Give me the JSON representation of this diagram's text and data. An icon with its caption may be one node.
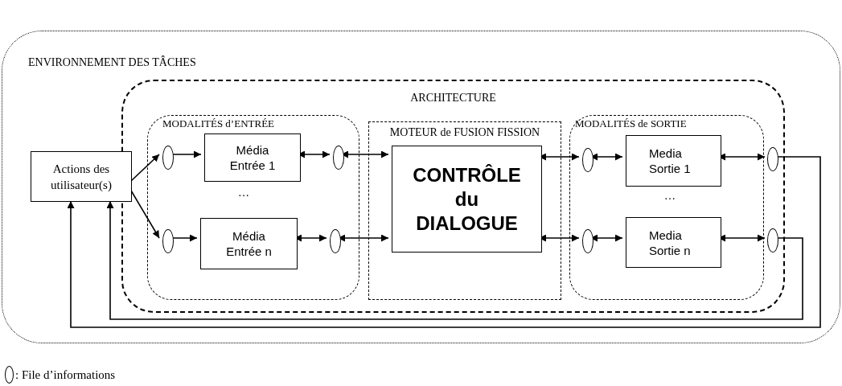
{
  "diagram": {
    "nodes": [
      {
        "text": [
          "ENVIRONNEMENT DES TÂCHES"
        ]
      },
      {
        "text": [
          "ARCHITECTURE"
        ],
        "in": 0
      },
      {
        "text": [
          "MODALITÉS d’ENTRÉE"
        ],
        "in": 1
      },
      {
        "text": [
          "MOTEUR de FUSION FISSION"
        ],
        "in": 1
      },
      {
        "text": [
          "MODALITÉS de SORTIE"
        ],
        "in": 1
      },
      {
        "text": [
          "Actions des utilisateur(s)"
        ],
        "in": 0
      },
      {
        "text": [],
        "shape": "ellipse",
        "in": 2
      },
      {
        "text": [
          "Média Entrée 1"
        ],
        "in": 2
      },
      {
        "text": [],
        "shape": "ellipse",
        "in": 2
      },
      {
        "text": [],
        "shape": "ellipse",
        "in": 2
      },
      {
        "text": [
          "Média Entrée n"
        ],
        "in": 2
      },
      {
        "text": [],
        "shape": "ellipse",
        "in": 2
      },
      {
        "text": [
          "CONTRÔLE du DIALOGUE"
        ],
        "in": 3
      },
      {
        "text": [],
        "shape": "ellipse",
        "in": 4
      },
      {
        "text": [
          "Media Sortie 1"
        ],
        "in": 4
      },
      {
        "text": [],
        "shape": "ellipse",
        "in": 1
      },
      {
        "text": [],
        "shape": "ellipse",
        "in": 4
      },
      {
        "text": [
          "Media Sortie n"
        ],
        "in": 4
      },
      {
        "text": [],
        "shape": "ellipse",
        "in": 1
      }
    ],
    "edges": [
      {
        "from": 5,
        "to": 6,
        "arrow": "to"
      },
      {
        "from": 5,
        "to": 9,
        "arrow": "to"
      },
      {
        "from": 6,
        "to": 7,
        "arrow": "to"
      },
      {
        "from": 9,
        "to": 10,
        "arrow": "to"
      },
      {
        "from": 7,
        "to": 8,
        "arrow": "both"
      },
      {
        "from": 10,
        "to": 11,
        "arrow": "both"
      },
      {
        "from": 8,
        "to": 12,
        "arrow": "both"
      },
      {
        "from": 11,
        "to": 12,
        "arrow": "both"
      },
      {
        "from": 12,
        "to": 13,
        "arrow": "both"
      },
      {
        "from": 12,
        "to": 16,
        "arrow": "both"
      },
      {
        "from": 13,
        "to": 14,
        "arrow": "both"
      },
      {
        "from": 16,
        "to": 17,
        "arrow": "both"
      },
      {
        "from": 14,
        "to": 15,
        "arrow": "both"
      },
      {
        "from": 17,
        "to": 18,
        "arrow": "both"
      },
      {
        "from": 15,
        "to": 5,
        "arrow": "to"
      },
      {
        "from": 18,
        "to": 5,
        "arrow": "to"
      }
    ],
    "labels": [
      "…",
      "…"
    ],
    "legend": [
      {
        "text": ": File d’informations"
      }
    ]
  }
}
